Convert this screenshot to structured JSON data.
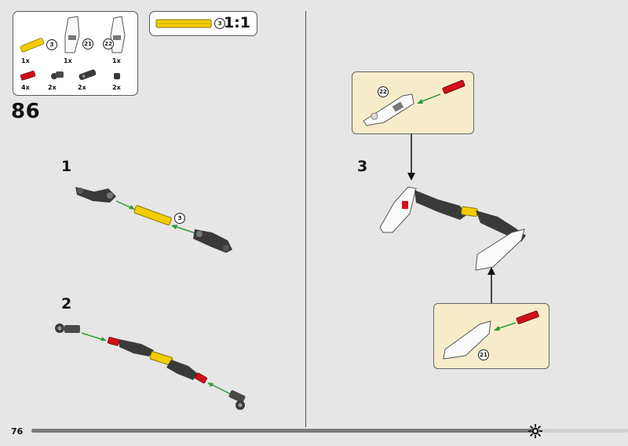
{
  "page": {
    "number": "76",
    "progress": 0.85
  },
  "step": {
    "number": "86"
  },
  "parts_list": {
    "items": [
      {
        "name": "yellow-axle",
        "quantity": "1x",
        "ref": "3"
      },
      {
        "name": "white-panel-21",
        "quantity": "1x",
        "ref": "21"
      },
      {
        "name": "white-panel-22",
        "quantity": "1x",
        "ref": "22"
      },
      {
        "name": "red-axle-pin",
        "quantity": "4x"
      },
      {
        "name": "black-connector-a",
        "quantity": "2x"
      },
      {
        "name": "black-connector-b",
        "quantity": "2x"
      },
      {
        "name": "black-bush",
        "quantity": "2x"
      }
    ]
  },
  "scale_reference": {
    "ref": "3",
    "ratio": "1:1"
  },
  "substeps": [
    {
      "number": "1",
      "ref": "3"
    },
    {
      "number": "2"
    },
    {
      "number": "3",
      "callouts": [
        {
          "ref": "22"
        },
        {
          "ref": "21"
        }
      ]
    }
  ],
  "colors": {
    "yellow": "#f2cd00",
    "red": "#d0101b",
    "black_part": "#3a3a3a",
    "arrow_green": "#2f9a3a",
    "callout_bg": "#f7ecc9"
  },
  "icons": {
    "progress_marker": "sun-gear-icon"
  }
}
